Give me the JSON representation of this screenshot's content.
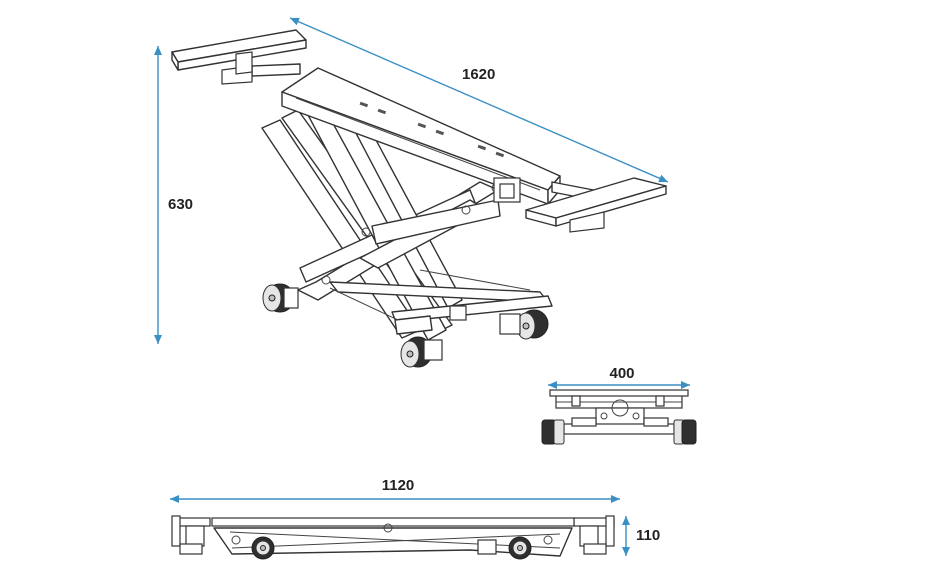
{
  "colors": {
    "dimension": "#3a8fc4",
    "outline": "#333333",
    "wheel": "#2f2f2f",
    "background": "#ffffff"
  },
  "dimensions": {
    "length_mm": "1620",
    "height_mm": "630",
    "width_mm": "400",
    "closed_length_mm": "1120",
    "closed_height_mm": "110"
  }
}
